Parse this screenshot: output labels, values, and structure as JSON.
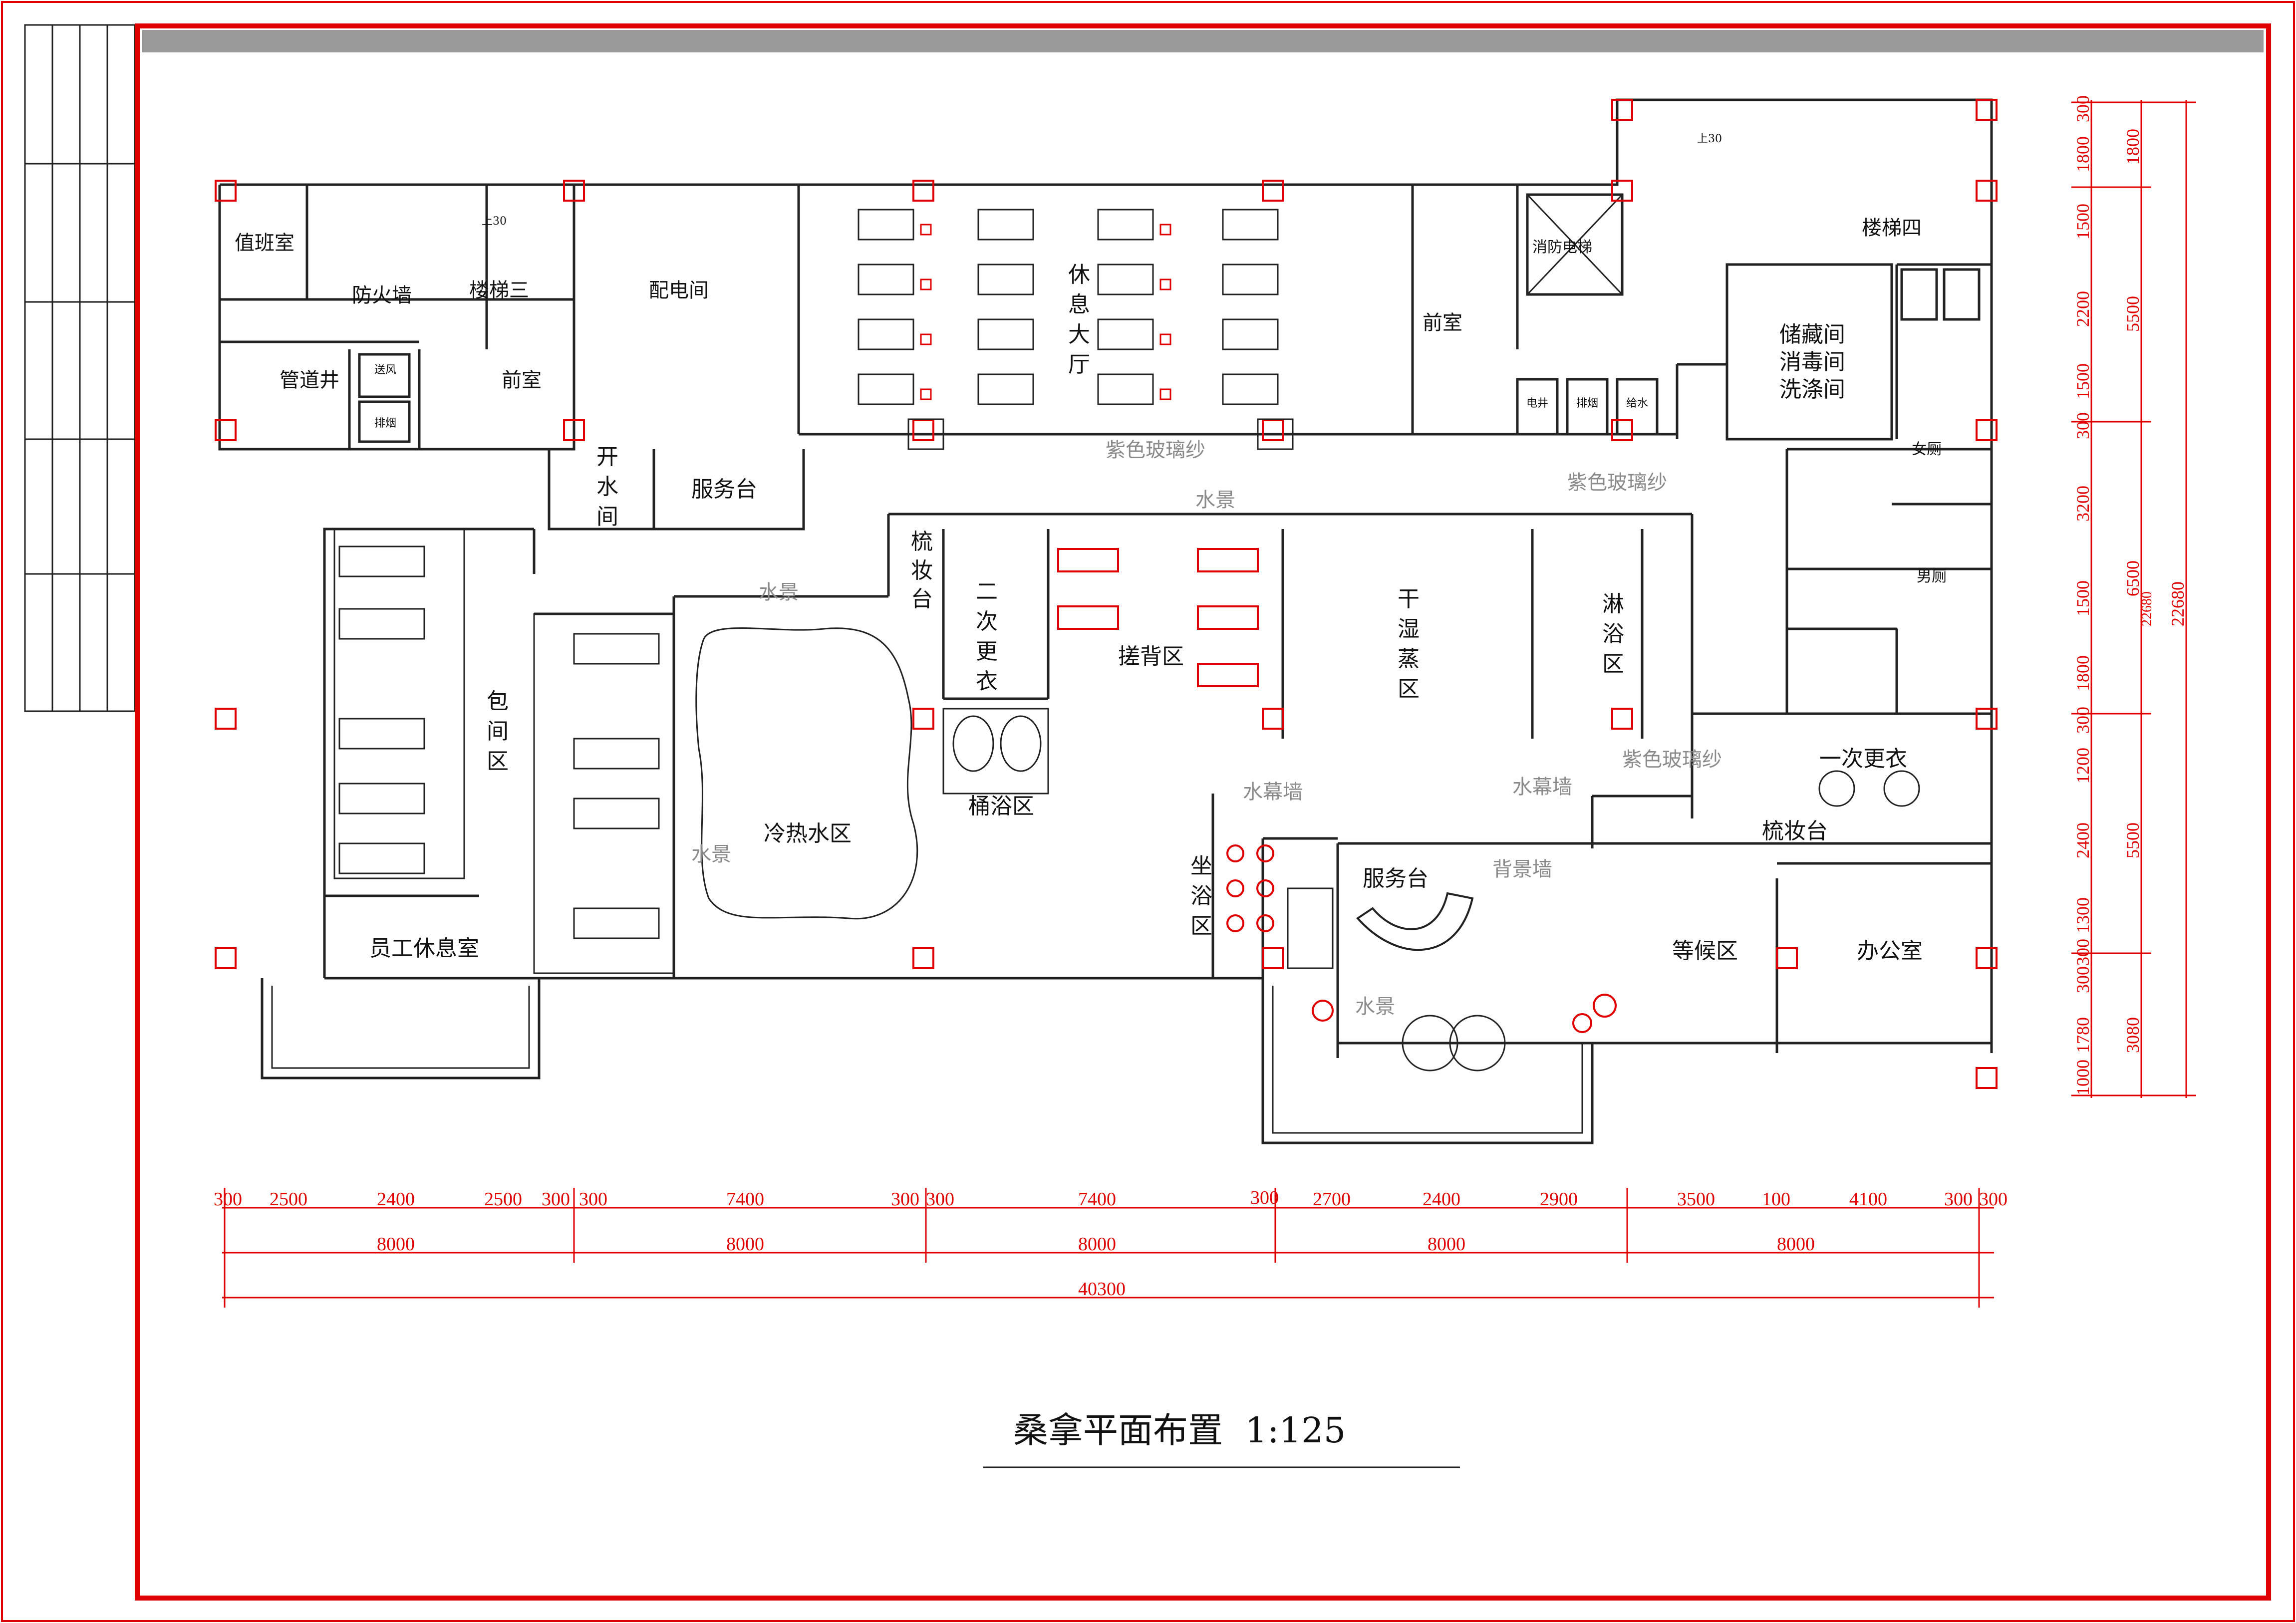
{
  "title": "桑拿平面布置  1:125",
  "colors": {
    "frame": "#e00000",
    "wall": "#222222",
    "dim": "#e00000",
    "topbar": "#9a9a9a",
    "label_gray": "#8a8a8a"
  },
  "rooms": {
    "duty_room": "值班室",
    "fire_wall": "防火墙",
    "stair3": "楼梯三",
    "stair_up_left": "上30",
    "pipe_shaft": "管道井",
    "air_supply": "送风",
    "smoke_exhaust": "排烟",
    "anteroom_left": "前室",
    "power_room": "配电间",
    "rest_hall": [
      "休",
      "息",
      "大",
      "厅"
    ],
    "purple_gauze_top": "紫色玻璃纱",
    "anteroom_right": "前室",
    "fire_elevator": "消防电梯",
    "elec_shaft": "电井",
    "smoke_exhaust_r": "排烟",
    "water_supply": "给水",
    "stair4": "楼梯四",
    "stair_up_right": "上30",
    "storage": [
      "储藏间",
      "消毒间",
      "洗涤间"
    ],
    "purple_gauze_mid": "紫色玻璃纱",
    "womens_wc": "女厕",
    "mens_wc": "男厕",
    "boiling_room": [
      "开",
      "水",
      "间"
    ],
    "service_desk_top": "服务台",
    "waterscape_top": "水景",
    "waterscape_left": "水景",
    "makeup_left": [
      "梳",
      "妆",
      "台"
    ],
    "second_change": [
      "二",
      "次",
      "更",
      "衣"
    ],
    "scrub_area": "搓背区",
    "sauna_area": [
      "干",
      "湿",
      "蒸",
      "区"
    ],
    "shower_area": [
      "淋",
      "浴",
      "区"
    ],
    "purple_gauze_low": "紫色玻璃纱",
    "first_change": "一次更衣",
    "private_rooms": [
      "包",
      "间",
      "区"
    ],
    "hot_cold_pool": "冷热水区",
    "waterscape_pool": "水景",
    "barrel_bath": "桶浴区",
    "water_curtain_1": "水幕墙",
    "water_curtain_2": "水幕墙",
    "sit_bath": [
      "坐",
      "浴",
      "区"
    ],
    "service_desk_main": "服务台",
    "feature_wall": "背景墙",
    "makeup_right": "梳妆台",
    "waiting_area": "等候区",
    "office": "办公室",
    "staff_lounge": "员工休息室",
    "waterscape_bottom": "水景"
  },
  "dims_bottom_row1": [
    "300",
    "2500",
    "2400",
    "2500",
    "300",
    "300",
    "7400",
    "300",
    "300",
    "7400",
    "300",
    "2700",
    "2400",
    "2900",
    "3500",
    "100",
    "4100",
    "300",
    "300"
  ],
  "dims_bottom_row2": [
    "8000",
    "8000",
    "8000",
    "8000",
    "8000"
  ],
  "dims_bottom_total": "40300",
  "dims_right_col1": [
    "300",
    "1800",
    "1500",
    "2200",
    "1500",
    "300",
    "3200",
    "1500",
    "1800",
    "300",
    "1200",
    "2400",
    "1300",
    "300",
    "300",
    "1780",
    "1000"
  ],
  "dims_right_col2": [
    "1800",
    "5500",
    "6500",
    "5500",
    "3080"
  ],
  "dims_right_inner": "22680",
  "dims_right_total": "22680"
}
